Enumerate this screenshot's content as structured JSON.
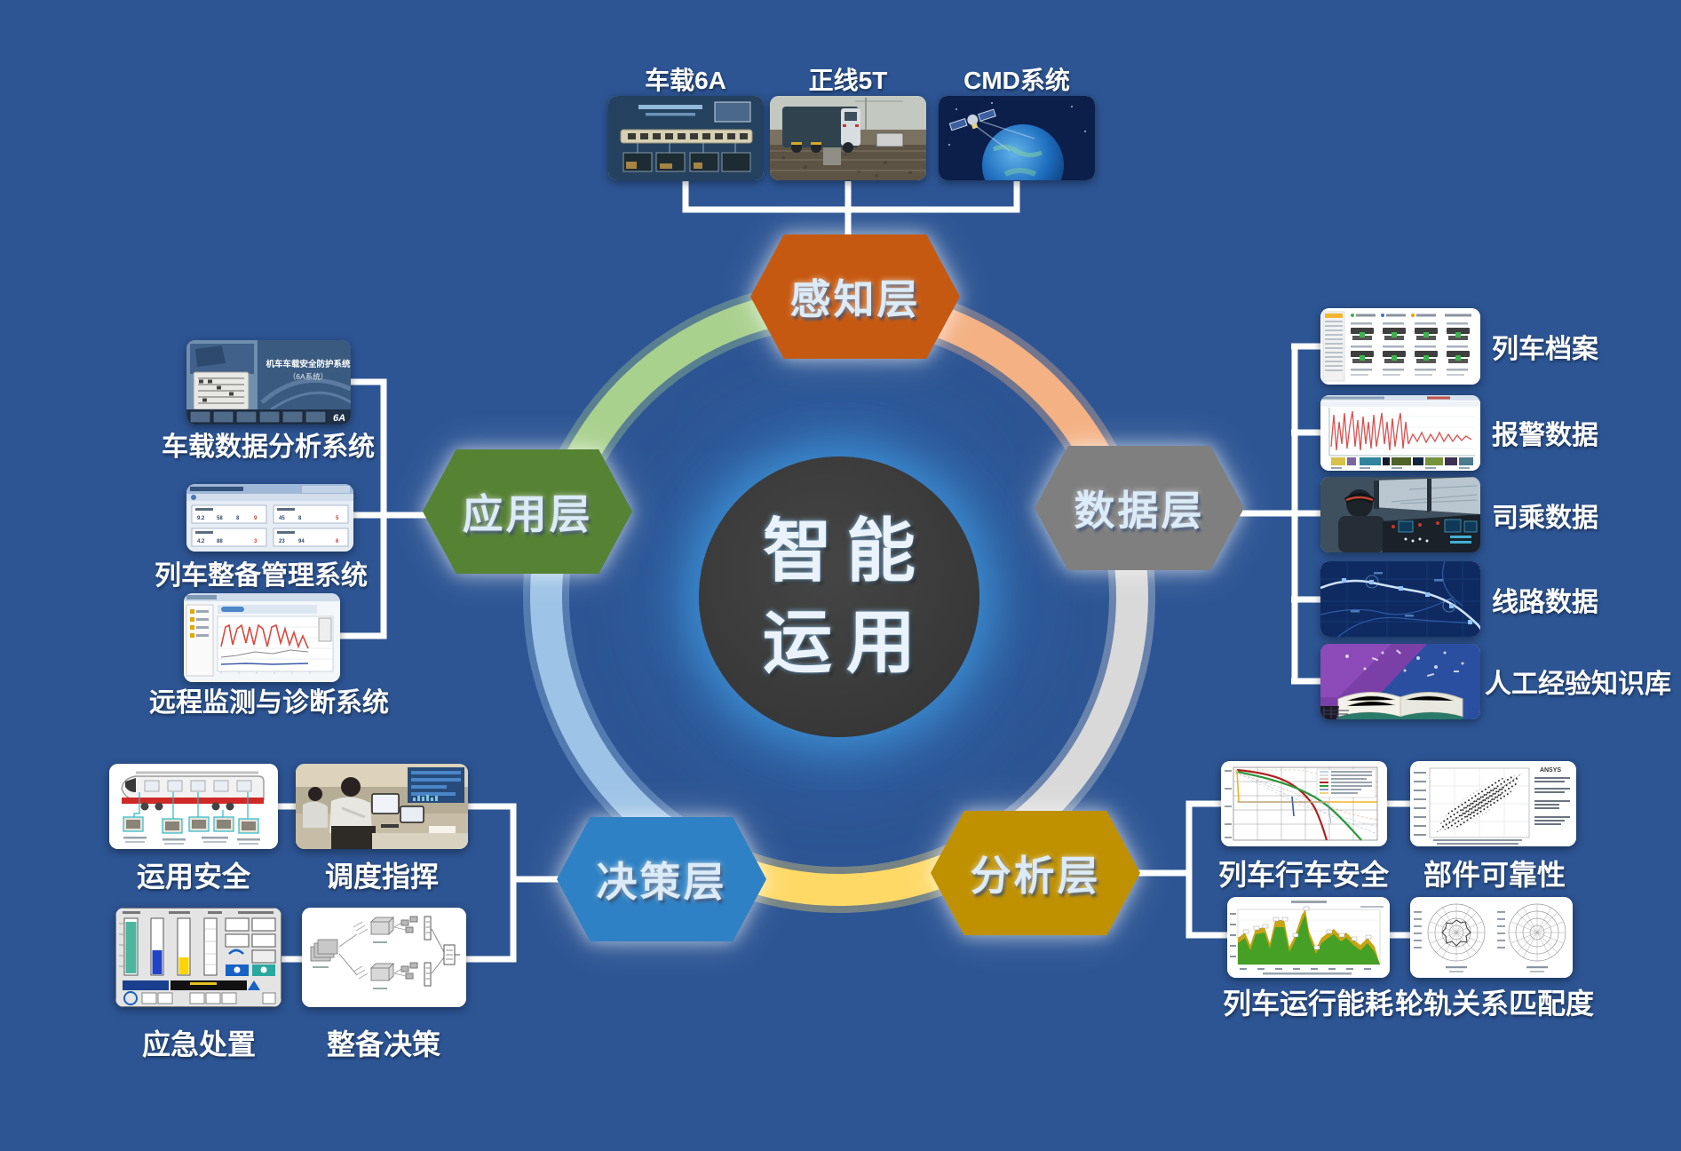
{
  "colors": {
    "background": "#2d5594",
    "wire": "#ffffff",
    "center_circle": "#3a3a3a",
    "hex_perception": "#c65911",
    "hex_data": "#7f7f7f",
    "hex_analysis": "#bf9000",
    "hex_decision": "#2e81c4",
    "hex_application": "#568234",
    "arc_green": "#a9d18e",
    "arc_orange": "#f4b183",
    "arc_gray": "#d9d9d9",
    "arc_yellow": "#ffd966",
    "arc_blue": "#9dc3e6"
  },
  "center": {
    "line1": "智能",
    "line2": "运用"
  },
  "hexagons": {
    "perception": "感知层",
    "data": "数据层",
    "analysis": "分析层",
    "decision": "决策层",
    "application": "应用层"
  },
  "top_sources": [
    {
      "label": "车载6A"
    },
    {
      "label": "正线5T"
    },
    {
      "label": "CMD系统"
    }
  ],
  "data_items": [
    {
      "label": "列车档案"
    },
    {
      "label": "报警数据"
    },
    {
      "label": "司乘数据"
    },
    {
      "label": "线路数据"
    },
    {
      "label": "人工经验知识库"
    }
  ],
  "application_items": [
    {
      "label": "车载数据分析系统"
    },
    {
      "label": "列车整备管理系统"
    },
    {
      "label": "远程监测与诊断系统"
    }
  ],
  "decision_items": [
    {
      "label": "运用安全"
    },
    {
      "label": "调度指挥"
    },
    {
      "label": "应急处置"
    },
    {
      "label": "整备决策"
    }
  ],
  "analysis_items": [
    {
      "label": "列车行车安全"
    },
    {
      "label": "部件可靠性"
    },
    {
      "label": "列车运行能耗"
    },
    {
      "label": "轮轨关系匹配度"
    }
  ],
  "thumbnails": {
    "slide_6a": {
      "title": "机车车载安全防护系统",
      "subtitle": "（6A系统）",
      "logo": "6A"
    },
    "scatter": {
      "header": "ANSYS"
    }
  }
}
